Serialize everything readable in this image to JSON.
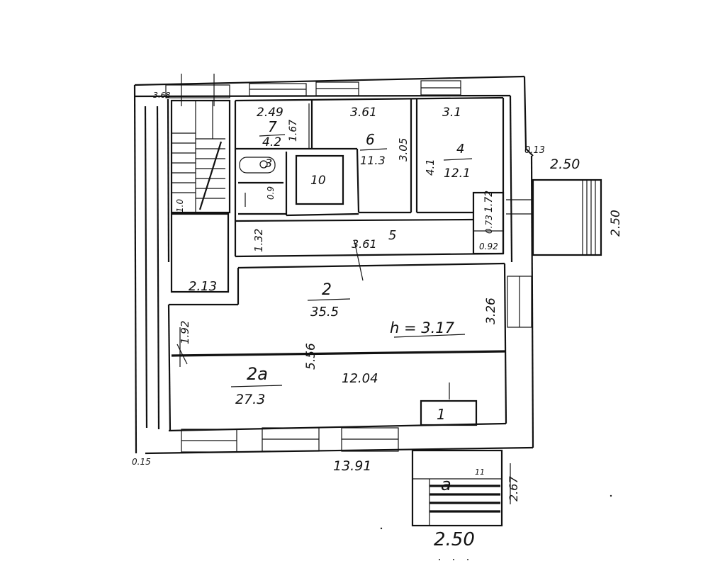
{
  "rooms": {
    "r7": {
      "number": "7",
      "area": "4.2",
      "width": "2.49",
      "depth": "1.67"
    },
    "r6": {
      "number": "6",
      "area": "11.3",
      "width": "3.61",
      "depth": "3.05"
    },
    "r4": {
      "number": "4",
      "area": "12.1",
      "width": "3.1",
      "depth": "4.1"
    },
    "r3": {
      "number": "3"
    },
    "r10": {
      "number": "10"
    },
    "r5": {
      "number": "5",
      "width": "3.61",
      "depth": "1.32"
    },
    "r2": {
      "number": "2",
      "area": "35.5",
      "depth": "3.26",
      "height_note": "h = 3.17"
    },
    "r2a": {
      "number": "2a",
      "area": "27.3",
      "depth": "1.92",
      "length": "12.04"
    },
    "r1": {
      "number": "1"
    },
    "r_a": {
      "number": "a"
    }
  },
  "dimensions": {
    "outer_length": "13.91",
    "total_depth": "5.56",
    "stair_width": "2.13",
    "top_left": "3.68",
    "wall_corner": "0.15",
    "right_wall": "0.13",
    "right_annex_width": "2.50",
    "right_annex_depth": "2.50",
    "bottom_annex_width": "2.50",
    "bottom_annex_depth": "2.67",
    "small_1": "1.72",
    "small_2": "0.73",
    "small_3": "0.92",
    "small_4": "1.0",
    "small_5": "0.9",
    "small_6": "11"
  }
}
